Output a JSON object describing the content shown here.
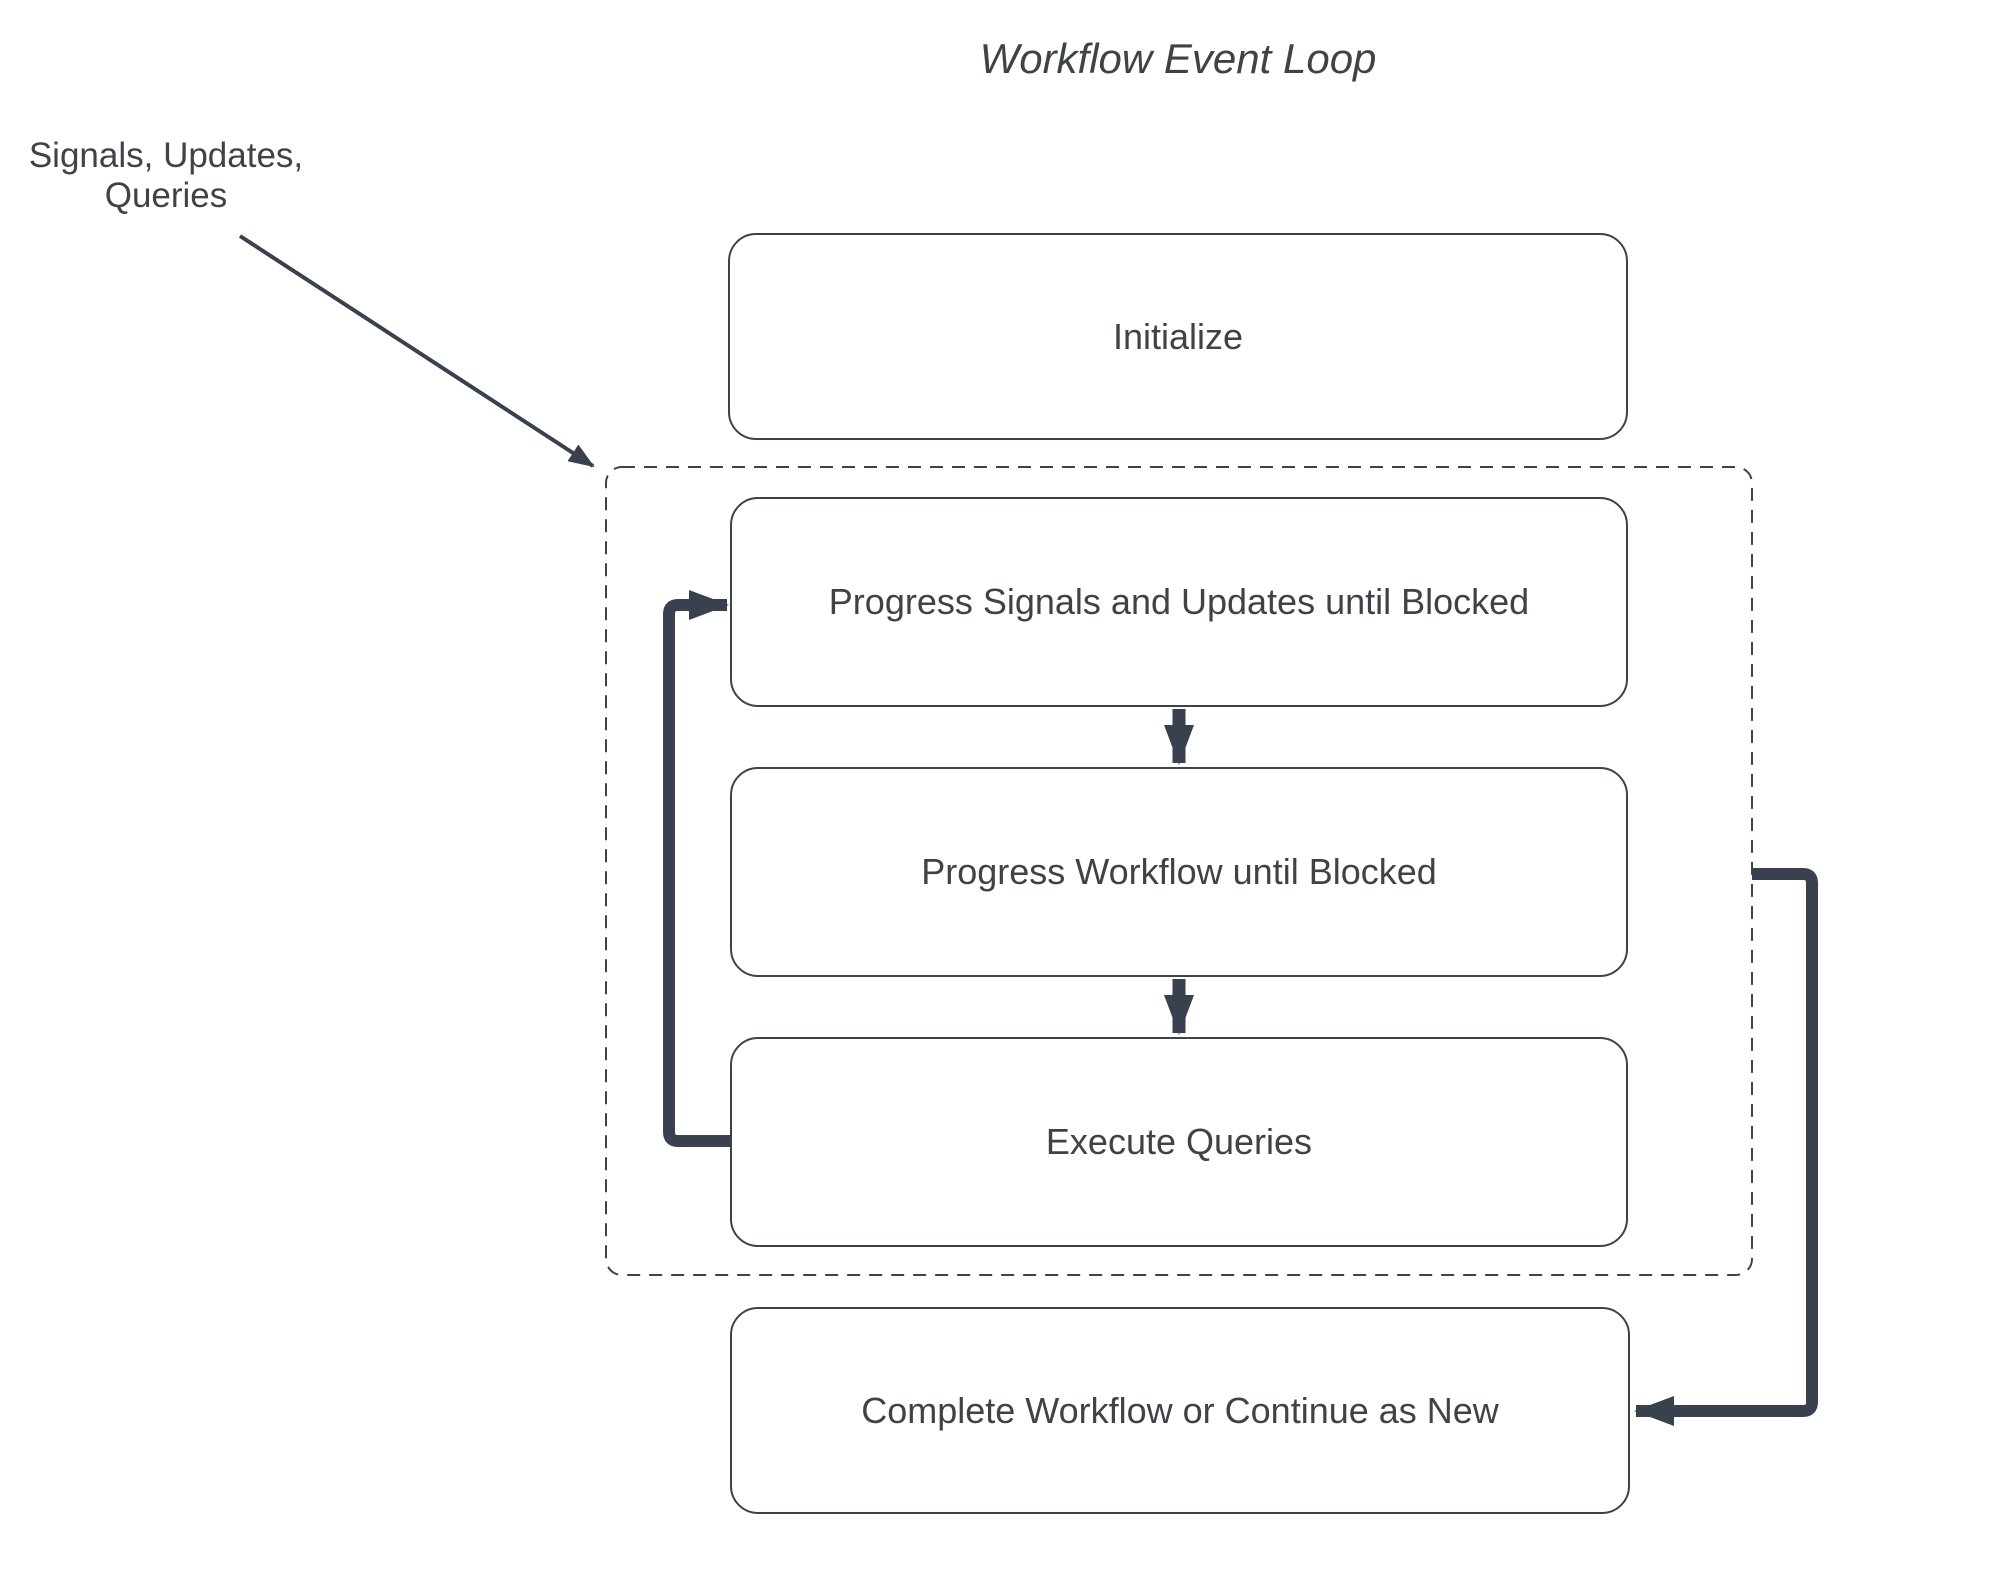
{
  "title": "Workflow Event Loop",
  "external_input_label": "Signals, Updates, Queries",
  "nodes": {
    "initialize": {
      "label": "Initialize"
    },
    "progress_signals": {
      "label": "Progress Signals and Updates until Blocked"
    },
    "progress_workflow": {
      "label": "Progress Workflow until Blocked"
    },
    "execute_queries": {
      "label": "Execute Queries"
    },
    "complete": {
      "label": "Complete Workflow or Continue as New"
    }
  },
  "theme": {
    "background": "#ffffff",
    "text_color": "#3f4347",
    "box_border_color": "#3f4347",
    "dashed_border_color": "#3f4347",
    "connector_color": "#3a414e"
  }
}
